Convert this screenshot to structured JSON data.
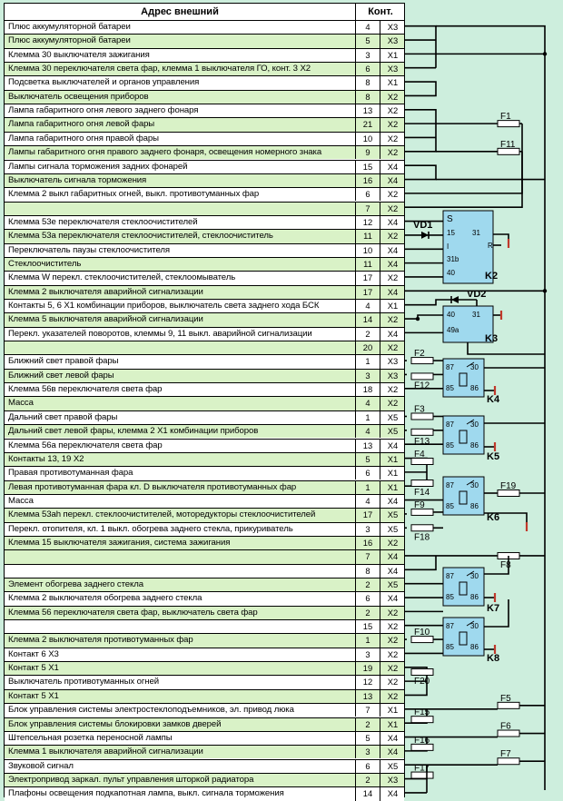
{
  "header": {
    "addr_title": "Адрес внешний",
    "cont_title": "Конт."
  },
  "rows": [
    {
      "addr": "Плюс аккумуляторной батареи",
      "pin": "4",
      "conn": "X3",
      "bg": "white"
    },
    {
      "addr": "Плюс аккумуляторной батареи",
      "pin": "5",
      "conn": "X3",
      "bg": "green"
    },
    {
      "addr": "Клемма 30 выключателя зажигания",
      "pin": "3",
      "conn": "X1",
      "bg": "white"
    },
    {
      "addr": "Клемма 30 переключателя света фар, клемма 1 выключателя ГО, конт. 3 X2",
      "pin": "6",
      "conn": "X3",
      "bg": "green"
    },
    {
      "addr": "Подсветка выключателей и органов управления",
      "pin": "8",
      "conn": "X1",
      "bg": "white"
    },
    {
      "addr": "Выключатель освещения приборов",
      "pin": "8",
      "conn": "X2",
      "bg": "green"
    },
    {
      "addr": "Лампа габаритного огня левого заднего фонаря",
      "pin": "13",
      "conn": "X2",
      "bg": "white"
    },
    {
      "addr": "Лампа габаритного огня левой фары",
      "pin": "21",
      "conn": "X2",
      "bg": "green"
    },
    {
      "addr": "Лампа габаритного огня правой фары",
      "pin": "10",
      "conn": "X2",
      "bg": "white"
    },
    {
      "addr": "Лампы габаритного огня правого заднего фонаря, освещения номерного знака",
      "pin": "9",
      "conn": "X2",
      "bg": "green"
    },
    {
      "addr": "Лампы сигнала торможения задних фонарей",
      "pin": "15",
      "conn": "X4",
      "bg": "white"
    },
    {
      "addr": "Выключатель сигнала торможения",
      "pin": "16",
      "conn": "X4",
      "bg": "green"
    },
    {
      "addr": "Клемма 2 выкл габаритных огней, выкл. противотуманных фар",
      "pin": "6",
      "conn": "X2",
      "bg": "white"
    },
    {
      "addr": "",
      "pin": "7",
      "conn": "X2",
      "bg": "green"
    },
    {
      "addr": "Клемма 53е переключателя стеклоочистителей",
      "pin": "12",
      "conn": "X4",
      "bg": "white"
    },
    {
      "addr": "Клемма 53а переключателя стеклоочистителей, стеклоочиститель",
      "pin": "11",
      "conn": "X2",
      "bg": "green"
    },
    {
      "addr": "Переключатель паузы стеклоочистителя",
      "pin": "10",
      "conn": "X4",
      "bg": "white"
    },
    {
      "addr": "Стеклоочиститель",
      "pin": "11",
      "conn": "X4",
      "bg": "green"
    },
    {
      "addr": "Клемма W перекл. стеклоочистителей, стеклоомыватель",
      "pin": "17",
      "conn": "X2",
      "bg": "white"
    },
    {
      "addr": "Клемма 2 выключателя аварийной сигнализации",
      "pin": "17",
      "conn": "X4",
      "bg": "green"
    },
    {
      "addr": "Контакты 5, 6 X1 комбинации приборов, выключатель света заднего хода БСК",
      "pin": "4",
      "conn": "X1",
      "bg": "white"
    },
    {
      "addr": "Клемма 5 выключателя аварийной сигнализации",
      "pin": "14",
      "conn": "X2",
      "bg": "green"
    },
    {
      "addr": "Перекл. указателей поворотов, клеммы 9, 11 выкл. аварийной сигнализации",
      "pin": "2",
      "conn": "X4",
      "bg": "white"
    },
    {
      "addr": "",
      "pin": "20",
      "conn": "X2",
      "bg": "green"
    },
    {
      "addr": "Ближний свет правой фары",
      "pin": "1",
      "conn": "X3",
      "bg": "white"
    },
    {
      "addr": "Ближний свет левой фары",
      "pin": "3",
      "conn": "X3",
      "bg": "green"
    },
    {
      "addr": "Клемма 56в переключателя света фар",
      "pin": "18",
      "conn": "X2",
      "bg": "white"
    },
    {
      "addr": "Масса",
      "pin": "4",
      "conn": "X2",
      "bg": "green"
    },
    {
      "addr": "Дальний свет правой фары",
      "pin": "1",
      "conn": "X5",
      "bg": "white"
    },
    {
      "addr": "Дальний свет левой фары, клемма 2 X1 комбинации приборов",
      "pin": "4",
      "conn": "X5",
      "bg": "green"
    },
    {
      "addr": "Клемма 56а переключателя света фар",
      "pin": "13",
      "conn": "X4",
      "bg": "white"
    },
    {
      "addr": "Контакты 13, 19 X2",
      "pin": "5",
      "conn": "X1",
      "bg": "green"
    },
    {
      "addr": "Правая противотуманная фара",
      "pin": "6",
      "conn": "X1",
      "bg": "white"
    },
    {
      "addr": "Левая противотуманная фара кл. D выключателя противотуманных фар",
      "pin": "1",
      "conn": "X1",
      "bg": "green"
    },
    {
      "addr": "Масса",
      "pin": "4",
      "conn": "X4",
      "bg": "white"
    },
    {
      "addr": "Клемма 53ah перекл. стеклоочистителей, моторедукторы стеклоочистителей",
      "pin": "17",
      "conn": "X5",
      "bg": "green"
    },
    {
      "addr": "Перекл. отопителя, кл. 1 выкл. обогрева заднего стекла, прикуриватель",
      "pin": "3",
      "conn": "X5",
      "bg": "white"
    },
    {
      "addr": "Клемма 15 выключателя зажигания, система зажигания",
      "pin": "16",
      "conn": "X2",
      "bg": "green"
    },
    {
      "addr": "",
      "pin": "7",
      "conn": "X4",
      "bg": "green"
    },
    {
      "addr": "",
      "pin": "8",
      "conn": "X4",
      "bg": "white"
    },
    {
      "addr": "Элемент обогрева заднего стекла",
      "pin": "2",
      "conn": "X5",
      "bg": "green"
    },
    {
      "addr": "Клемма 2 выключателя обогрева заднего стекла",
      "pin": "6",
      "conn": "X4",
      "bg": "white"
    },
    {
      "addr": "Клемма 56 переключателя света фар, выключатель света фар",
      "pin": "2",
      "conn": "X2",
      "bg": "green"
    },
    {
      "addr": "",
      "pin": "15",
      "conn": "X2",
      "bg": "white"
    },
    {
      "addr": "Клемма 2 выключателя противотуманных фар",
      "pin": "1",
      "conn": "X2",
      "bg": "green"
    },
    {
      "addr": "Контакт 6 X3",
      "pin": "3",
      "conn": "X2",
      "bg": "white"
    },
    {
      "addr": "Контакт 5 X1",
      "pin": "19",
      "conn": "X2",
      "bg": "green"
    },
    {
      "addr": "Выключатель противотуманных огней",
      "pin": "12",
      "conn": "X2",
      "bg": "white"
    },
    {
      "addr": "Контакт 5 X1",
      "pin": "13",
      "conn": "X2",
      "bg": "green"
    },
    {
      "addr": "Блок управления системы электростеклоподъемников, эл. привод люка",
      "pin": "7",
      "conn": "X1",
      "bg": "white"
    },
    {
      "addr": "Блок управления системы блокировки замков дверей",
      "pin": "2",
      "conn": "X1",
      "bg": "green"
    },
    {
      "addr": "Штепсельная розетка переносной лампы",
      "pin": "5",
      "conn": "X4",
      "bg": "white"
    },
    {
      "addr": "Клемма 1 выключателя аварийной сигнализации",
      "pin": "3",
      "conn": "X4",
      "bg": "green"
    },
    {
      "addr": "Звуковой сигнал",
      "pin": "6",
      "conn": "X5",
      "bg": "white"
    },
    {
      "addr": "Электропривод заркал. пульт управления шторкой радиатора",
      "pin": "2",
      "conn": "X3",
      "bg": "green"
    },
    {
      "addr": "Плафоны освещения подкапотная лампа, выкл. сигнала торможения",
      "pin": "14",
      "conn": "X4",
      "bg": "white"
    }
  ],
  "fuses": [
    "F1",
    "F11",
    "F2",
    "F12",
    "F3",
    "F13",
    "F4",
    "F14",
    "F19",
    "F9",
    "F18",
    "F8",
    "F10",
    "F20",
    "F5",
    "F15",
    "F6",
    "F16",
    "F7",
    "F17"
  ],
  "relays": [
    "K2",
    "K3",
    "K4",
    "K5",
    "K6",
    "K7",
    "K8"
  ],
  "diodes": [
    "VD1",
    "VD2"
  ],
  "k2_terms": [
    "S",
    "15",
    "31",
    "R",
    "I",
    "31b",
    "40"
  ],
  "k3_terms": [
    "40",
    "31",
    "49a"
  ],
  "relay_terms": [
    "87",
    "30",
    "85",
    "86"
  ],
  "colors": {
    "background": "#cdeedd",
    "row_green": "#d9f2c7",
    "relay_fill": "#9fd9ee",
    "lines": "#000000",
    "ground_mark": "#c0392b"
  }
}
